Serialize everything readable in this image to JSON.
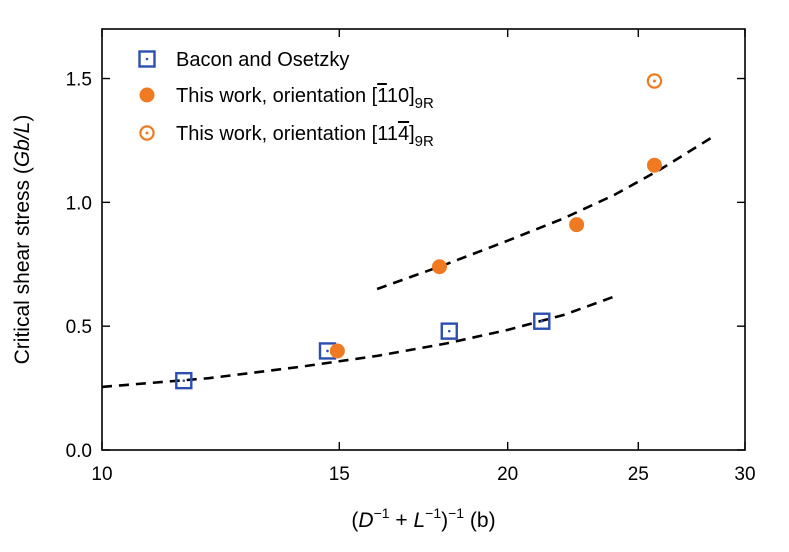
{
  "colors": {
    "bacon": "#2a4fb0",
    "work": "#f07a22",
    "fit": "#000000",
    "axis": "#000000"
  },
  "chart_data": {
    "type": "scatter",
    "x_scale": "log",
    "xlim": [
      10,
      30
    ],
    "ylim": [
      0.0,
      1.7
    ],
    "xticks": [
      10,
      15,
      20,
      25,
      30
    ],
    "yticks": [
      0.0,
      0.5,
      1.0,
      1.5
    ],
    "xtick_labels": [
      "10",
      "15",
      "20",
      "25",
      "30"
    ],
    "ytick_labels": [
      "0.0",
      "0.5",
      "1.0",
      "1.5"
    ],
    "xlabel": {
      "open": "(",
      "d": "D",
      "sup1": "−1",
      "plus": " + ",
      "l": "L",
      "sup2": "−1",
      "close": ")",
      "sup3": "−1",
      "unit": " (b)"
    },
    "ylabel": {
      "prefix": "Critical shear stress (",
      "unit": "Gb/L",
      "suffix": ")"
    },
    "legend_position": "top-left",
    "series": [
      {
        "name": "Bacon and Osetzky",
        "marker": "open-square-dot",
        "x": [
          11.5,
          14.7,
          18.1,
          21.2
        ],
        "y": [
          0.28,
          0.4,
          0.48,
          0.52
        ]
      },
      {
        "name_base": "This work, orientation [",
        "name_hkl": "110",
        "name_bar_index": 0,
        "name_close": "]",
        "name_sub": "9R",
        "marker": "filled-circle",
        "x": [
          14.95,
          17.8,
          22.5,
          25.7
        ],
        "y": [
          0.4,
          0.74,
          0.91,
          1.15
        ]
      },
      {
        "name_base": "This work, orientation [",
        "name_hkl": "114",
        "name_bar_index": 2,
        "name_close": "]",
        "name_sub": "9R",
        "marker": "open-circle-dot",
        "x": [
          25.7
        ],
        "y": [
          1.49
        ]
      }
    ],
    "fits": [
      {
        "style": "dashed",
        "x": [
          10.0,
          12.0,
          14.0,
          16.0,
          18.0,
          20.0,
          22.0,
          24.0
        ],
        "y": [
          0.255,
          0.29,
          0.335,
          0.38,
          0.43,
          0.485,
          0.545,
          0.62
        ]
      },
      {
        "style": "dashed",
        "x": [
          16.0,
          18.0,
          20.0,
          22.0,
          24.0,
          26.0,
          28.5
        ],
        "y": [
          0.65,
          0.75,
          0.845,
          0.935,
          1.03,
          1.135,
          1.27
        ]
      }
    ]
  }
}
